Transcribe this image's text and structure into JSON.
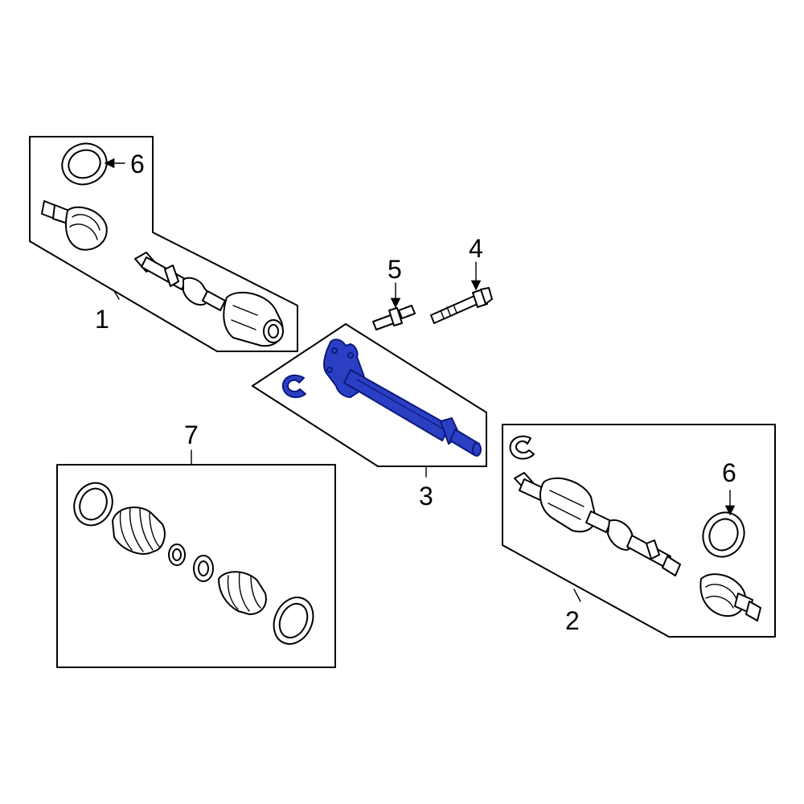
{
  "callouts": {
    "c1": "1",
    "c2": "2",
    "c3": "3",
    "c4": "4",
    "c5": "5",
    "c6a": "6",
    "c6b": "6",
    "c7": "7"
  },
  "colors": {
    "highlight": "#2b3fc4",
    "line": "#000000",
    "background": "#ffffff"
  },
  "highlighted_part": "3"
}
